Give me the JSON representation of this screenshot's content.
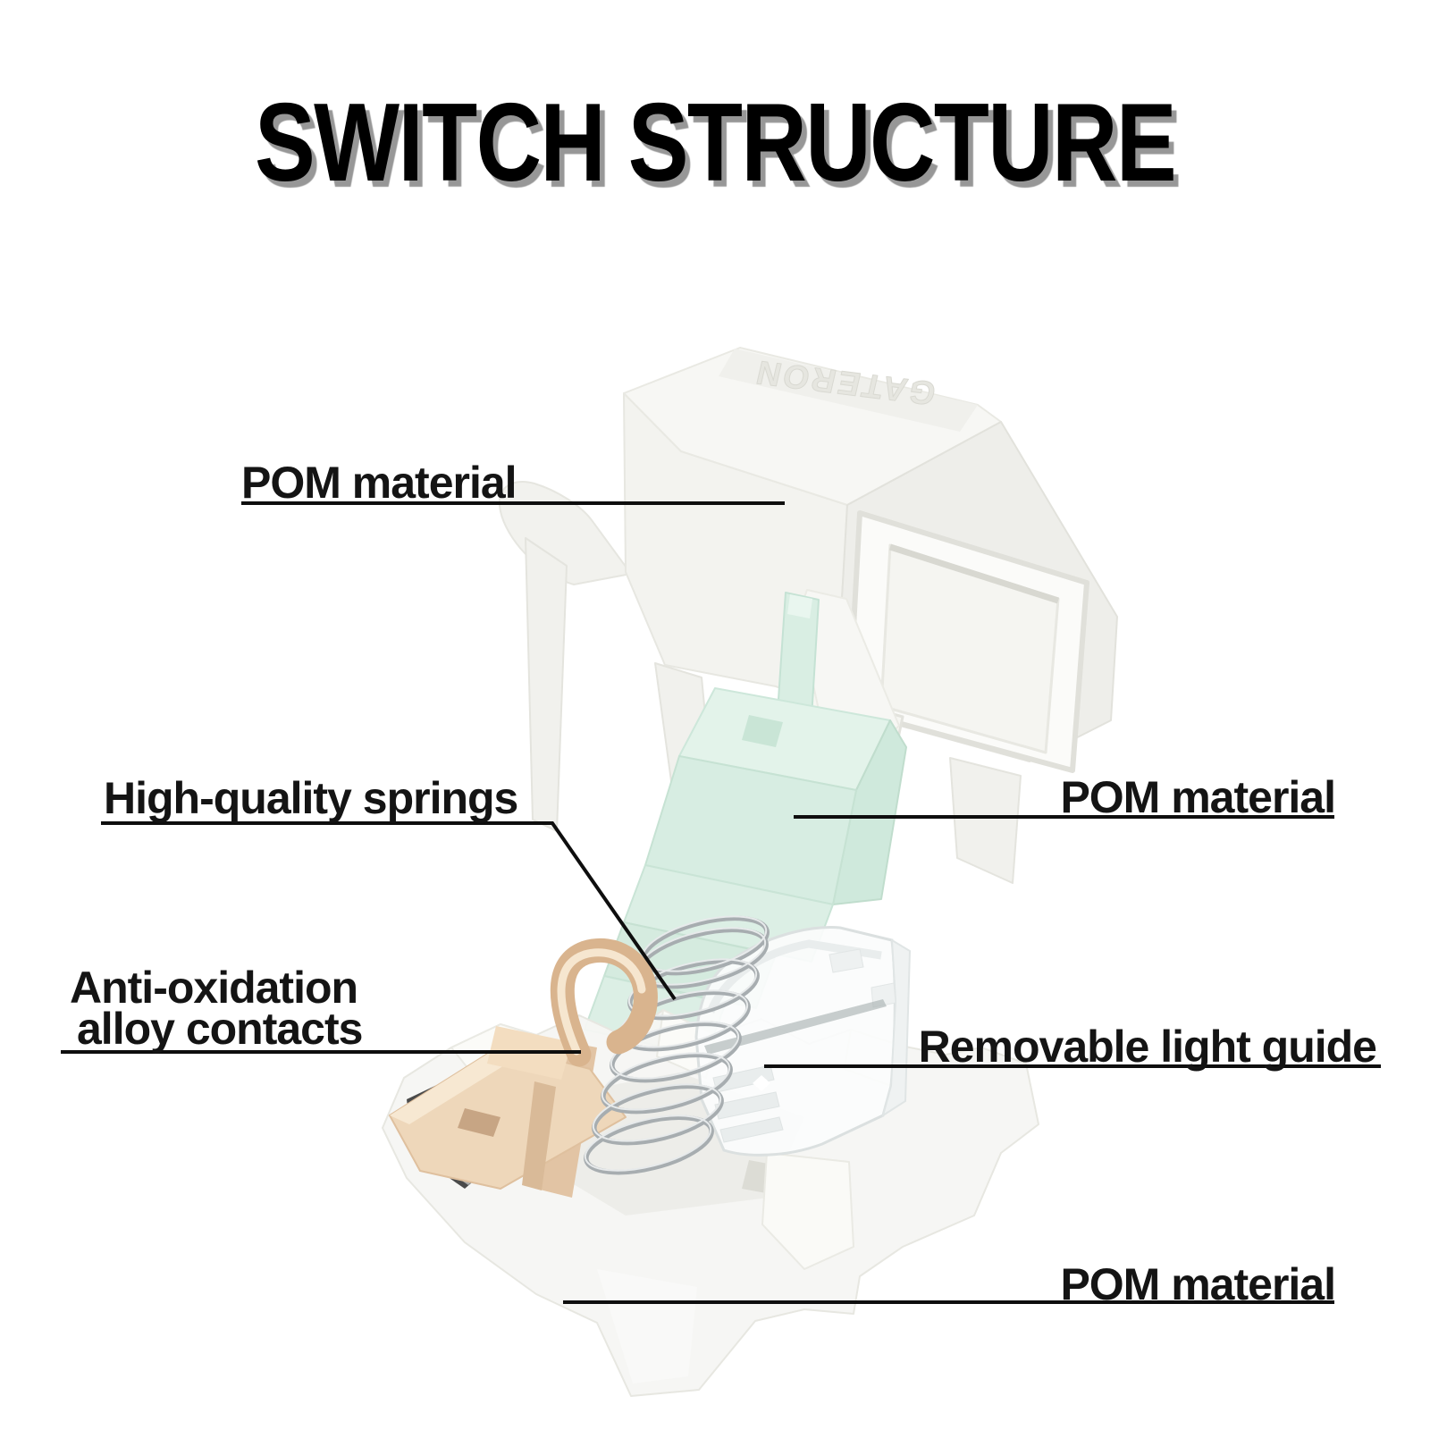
{
  "title": {
    "text": "SWITCH STRUCTURE"
  },
  "brand": {
    "housing_text": "GATERON"
  },
  "labels": {
    "pom_top": "POM material",
    "springs": "High-quality springs",
    "contacts_line1": "Anti-oxidation",
    "contacts_line2": "alloy contacts",
    "pom_stem": "POM material",
    "light_guide": "Removable light guide",
    "pom_bottom": "POM material"
  },
  "colors": {
    "stem_mint": "#d8eee3",
    "contact_gold": "#e9cba7",
    "spring_silver": "#a9afb2",
    "plastic_white": "#f5f5f2",
    "leader_line": "#0e0e0e",
    "title_shadow": "#979797"
  }
}
